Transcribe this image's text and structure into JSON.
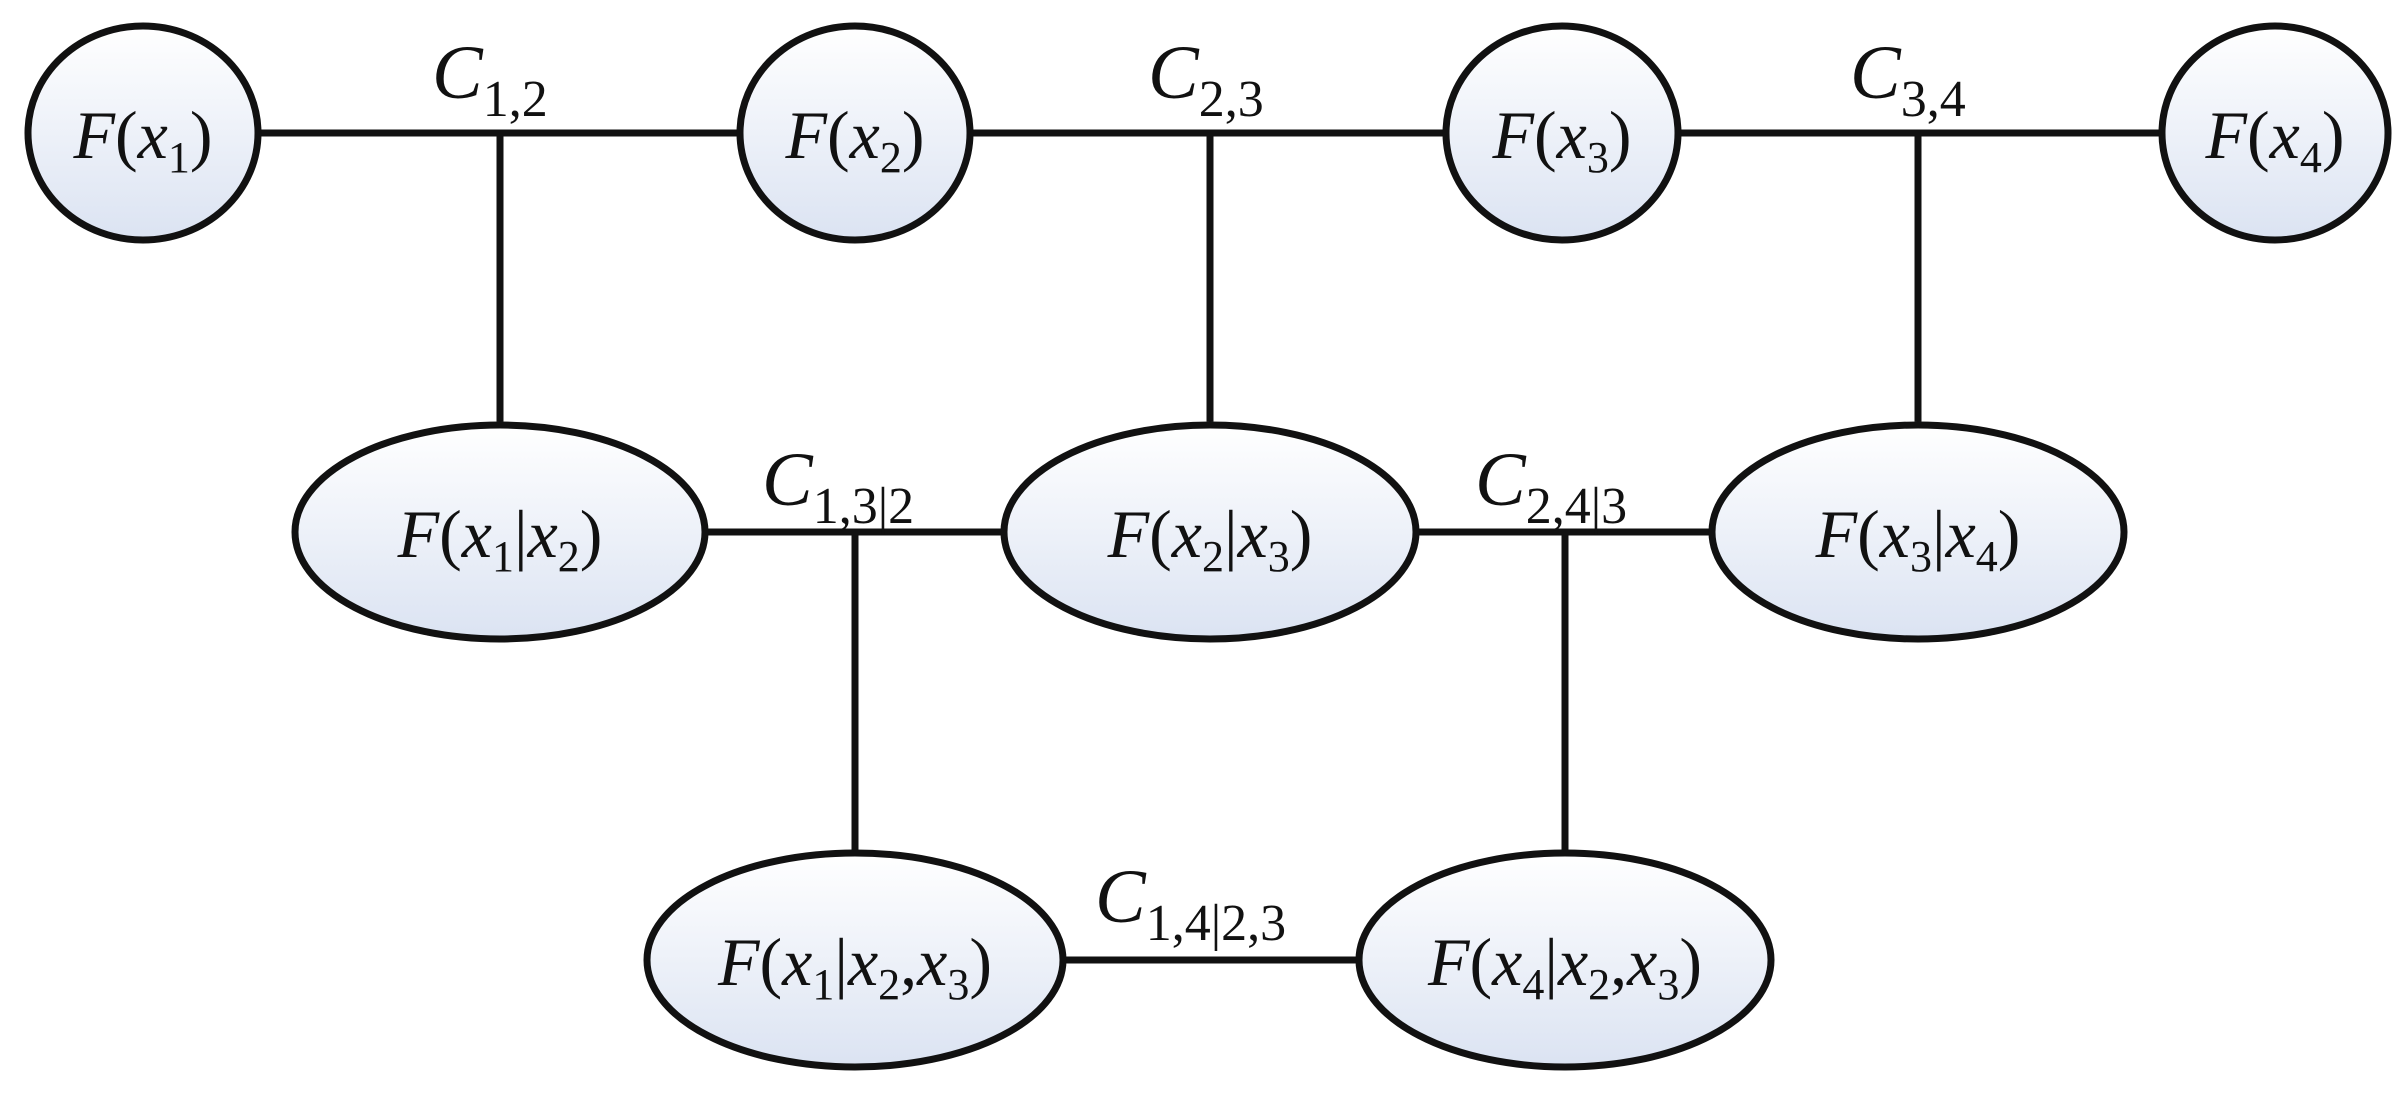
{
  "colors": {
    "node_fill_top": "#ffffff",
    "node_fill_bottom": "#dbe3f2",
    "stroke": "#111111",
    "text": "#111111"
  },
  "nodes": {
    "f1": {
      "f": "F",
      "lp": "(",
      "v": "x",
      "sub": "1",
      "rp": ")"
    },
    "f2": {
      "f": "F",
      "lp": "(",
      "v": "x",
      "sub": "2",
      "rp": ")"
    },
    "f3": {
      "f": "F",
      "lp": "(",
      "v": "x",
      "sub": "3",
      "rp": ")"
    },
    "f4": {
      "f": "F",
      "lp": "(",
      "v": "x",
      "sub": "4",
      "rp": ")"
    },
    "f1g2": {
      "f": "F",
      "lp": "(",
      "v1": "x",
      "s1": "1",
      "bar": "|",
      "v2": "x",
      "s2": "2",
      "rp": ")"
    },
    "f2g3": {
      "f": "F",
      "lp": "(",
      "v1": "x",
      "s1": "2",
      "bar": "|",
      "v2": "x",
      "s2": "3",
      "rp": ")"
    },
    "f3g4": {
      "f": "F",
      "lp": "(",
      "v1": "x",
      "s1": "3",
      "bar": "|",
      "v2": "x",
      "s2": "4",
      "rp": ")"
    },
    "f1g23": {
      "f": "F",
      "lp": "(",
      "v1": "x",
      "s1": "1",
      "bar": "|",
      "v2": "x",
      "s2": "2",
      "comma": ",",
      "v3": "x",
      "s3": "3",
      "rp": ")"
    },
    "f4g23": {
      "f": "F",
      "lp": "(",
      "v1": "x",
      "s1": "4",
      "bar": "|",
      "v2": "x",
      "s2": "2",
      "comma": ",",
      "v3": "x",
      "s3": "3",
      "rp": ")"
    }
  },
  "copulas": {
    "c12": {
      "c": "C",
      "sub": "1,2"
    },
    "c23": {
      "c": "C",
      "sub": "2,3"
    },
    "c34": {
      "c": "C",
      "sub": "3,4"
    },
    "c13g2": {
      "c": "C",
      "sub": "1,3|2"
    },
    "c24g3": {
      "c": "C",
      "sub": "2,4|3"
    },
    "c14g23": {
      "c": "C",
      "sub": "1,4|2,3"
    }
  }
}
